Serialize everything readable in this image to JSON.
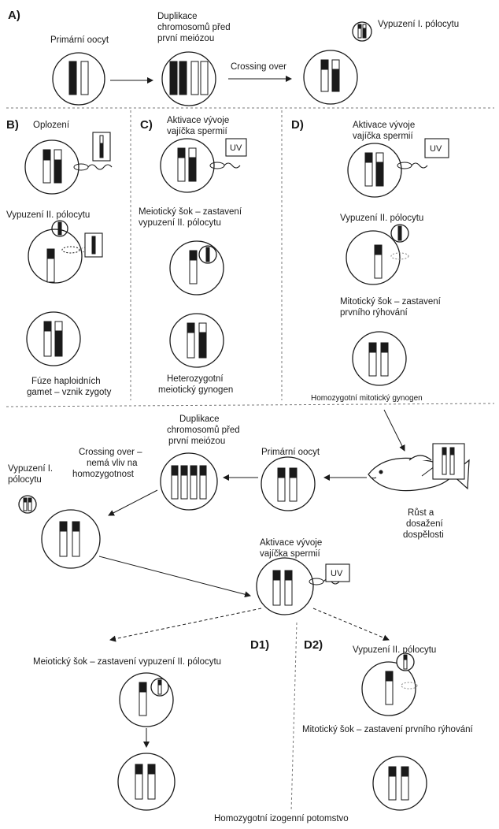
{
  "sections": {
    "a": "A)",
    "b": "B)",
    "c": "C)",
    "d": "D)",
    "d1": "D1)",
    "d2": "D2)"
  },
  "labels": {
    "a_primary_oocyte": "Primární oocyt",
    "a_dup_1": "Duplikace",
    "a_dup_2": "chromosomů před",
    "a_dup_3": "první meiózou",
    "a_crossing": "Crossing over",
    "a_polar1": "Vypuzení I. pólocytu",
    "b_fert": "Oplození",
    "b_polar2": "Vypuzení II. pólocytu",
    "b_fusion_1": "Fúze haploidních",
    "b_fusion_2": "gamet – vznik zygoty",
    "c_act_1": "Aktivace vývoje",
    "c_act_2": "vajíčka spermií",
    "c_shock_1": "Meiotický šok – zastavení",
    "c_shock_2": "vypuzení II. pólocytu",
    "c_res_1": "Heterozygotní",
    "c_res_2": "meiotický gynogen",
    "d_act_1": "Aktivace vývoje",
    "d_act_2": "vajíčka spermií",
    "d_polar2": "Vypuzení II. pólocytu",
    "d_shock_1": "Mitotický šok – zastavení",
    "d_shock_2": "prvního rýhování",
    "d_res": "Homozygotní mitotický gynogen",
    "e_dup_1": "Duplikace",
    "e_dup_2": "chromosomů před",
    "e_dup_3": "první meiózou",
    "e_primary_oocyte": "Primární oocyt",
    "e_crossing_1": "Crossing over –",
    "e_crossing_2": "nemá vliv na",
    "e_crossing_3": "homozygotnost",
    "e_polar1_1": "Vypuzení I.",
    "e_polar1_2": "pólocytu",
    "e_grow_1": "Růst a",
    "e_grow_2": "dosažení",
    "e_grow_3": "dospělosti",
    "e_act_1": "Aktivace vývoje",
    "e_act_2": "vajíčka spermií",
    "d1_shock": "Meiotický šok – zastavení vypuzení II. pólocytu",
    "d2_polar2": "Vypuzení II. pólocytu",
    "d2_shock": "Mitotický šok – zastavení prvního rýhování",
    "final": "Homozygotní izogenní potomstvo",
    "uv": "UV"
  }
}
